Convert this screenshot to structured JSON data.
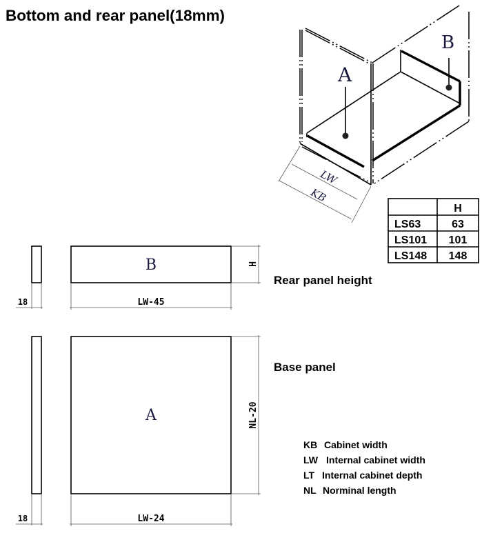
{
  "title": "Bottom and rear panel(18mm)",
  "iso": {
    "label_a": "A",
    "label_b": "B",
    "dim_lw": "LW",
    "dim_kb": "KB"
  },
  "table": {
    "header": [
      "",
      "H"
    ],
    "rows": [
      [
        "LS63",
        "63"
      ],
      [
        "LS101",
        "101"
      ],
      [
        "LS148",
        "148"
      ]
    ]
  },
  "rear_panel": {
    "heading": "Rear panel height",
    "label": "B",
    "thickness": "18",
    "width": "LW-45",
    "height": "H"
  },
  "base_panel": {
    "heading": "Base panel",
    "label": "A",
    "thickness": "18",
    "width": "LW-24",
    "depth": "NL-20"
  },
  "legend": [
    {
      "abbr": "KB",
      "text": "Cabinet width"
    },
    {
      "abbr": "LW",
      "text": "Internal cabinet width"
    },
    {
      "abbr": "LT",
      "text": "Internal cabinet depth"
    },
    {
      "abbr": "NL",
      "text": "Norminal length"
    }
  ]
}
